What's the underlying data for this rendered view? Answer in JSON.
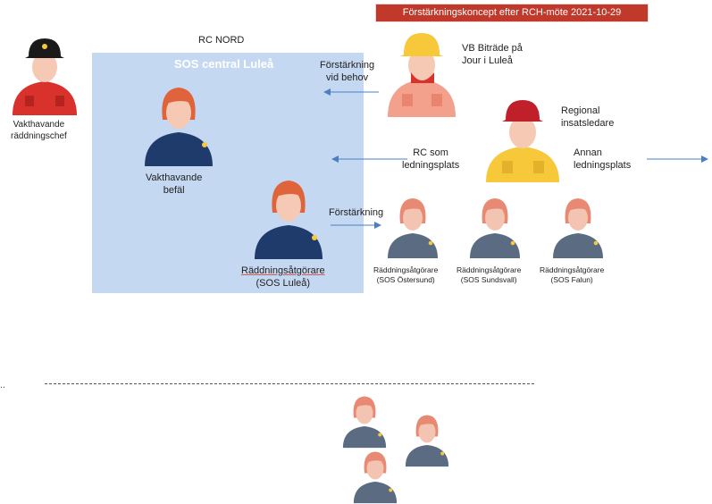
{
  "banner": "Förstärkningskoncept efter RCH-möte 2021-10-29",
  "rc_nord": "RC NORD",
  "box_title": "SOS central Luleå",
  "labels": {
    "vakthavande_raddningschef": [
      "Vakthavande",
      "räddningschef"
    ],
    "vakthavande_befal": [
      "Vakthavande",
      "befäl"
    ],
    "raddningsatgorare_lulea": [
      "Räddningsåtgörare",
      "(SOS Luleå)"
    ],
    "vb_bitrade": [
      "VB Biträde på",
      "Jour i Luleå"
    ],
    "regional": [
      "Regional",
      "insatsledare"
    ],
    "annan": [
      "Annan",
      "ledningsplats"
    ],
    "rc_som": [
      "RC som",
      "ledningsplats"
    ],
    "forstarkning_vid_behov": [
      "Förstärkning",
      "vid behov"
    ],
    "forstarkning": "Förstärkning",
    "ostersund": [
      "Räddningsåtgörare",
      "(SOS Östersund)"
    ],
    "sundsvall": [
      "Räddningsåtgörare",
      "(SOS Sundsvall)"
    ],
    "falun": [
      "Räddningsåtgörare",
      "(SOS Falun)"
    ]
  },
  "dots": "..",
  "colors": {
    "banner": "#c0392b",
    "box": "#c5d8f1",
    "arrow": "#4a7fc1",
    "navy_uniform": "#1f3b6b",
    "grey_uniform": "#5a6b82",
    "red_jacket": "#d9322d",
    "pink_jacket": "#f3a18d",
    "yellow_jacket": "#f7c93a"
  }
}
